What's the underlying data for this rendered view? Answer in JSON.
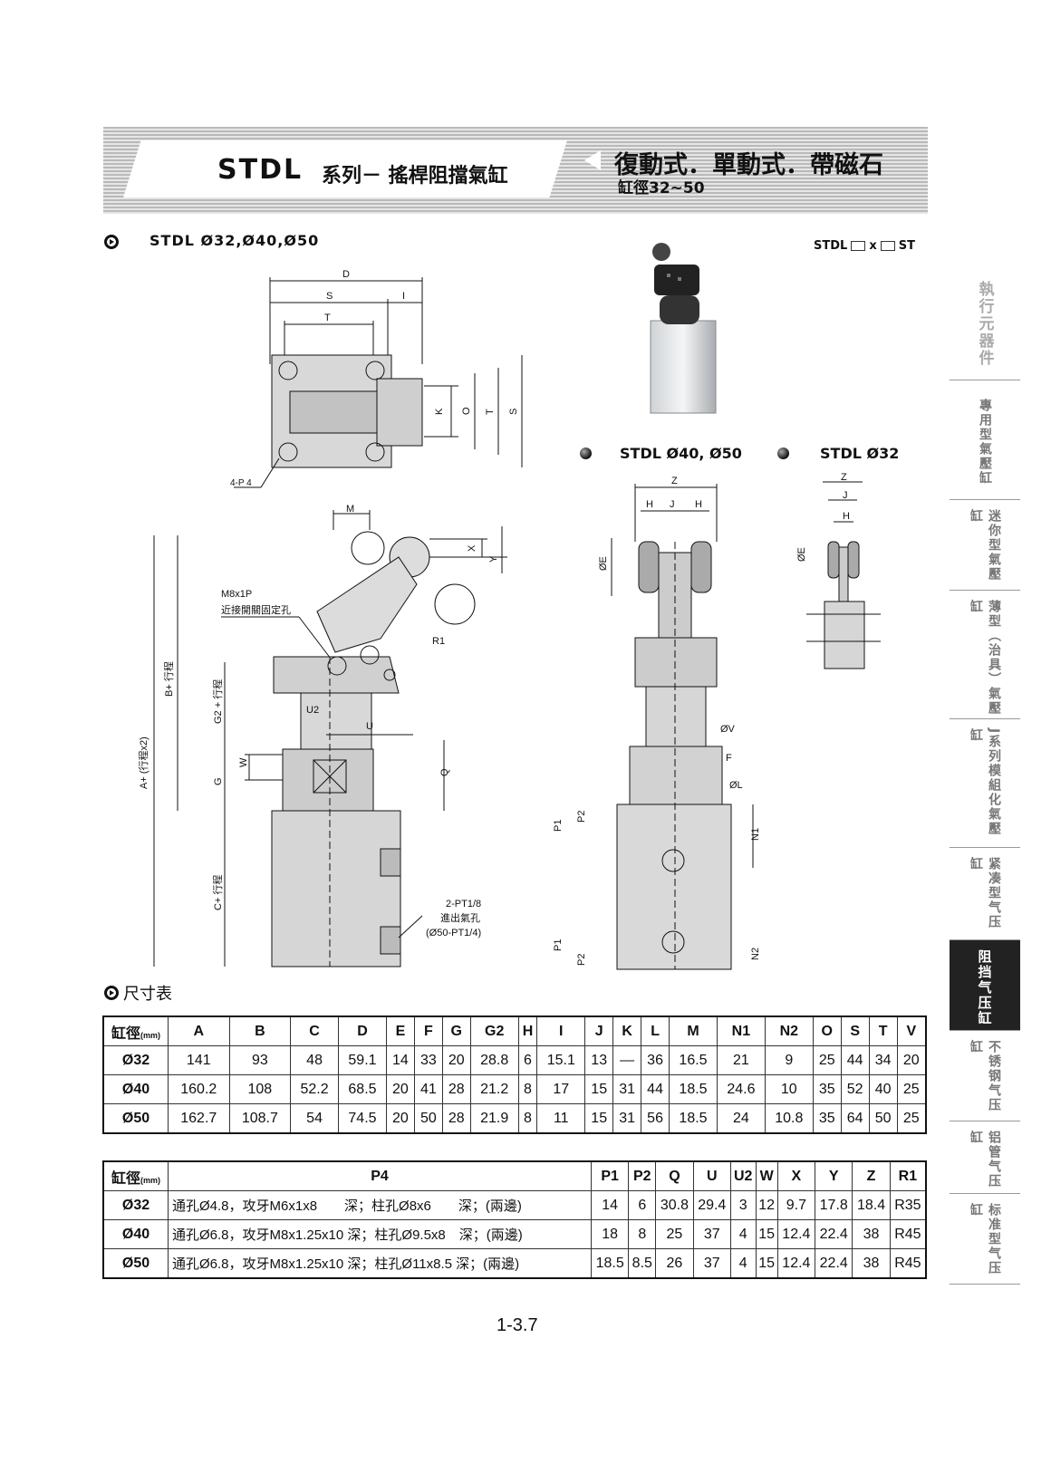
{
  "header": {
    "series_code": "STDL",
    "series_name": "系列－ 搖桿阻擋氣缸",
    "types": "復動式．單動式．帶磁石",
    "bore_range": "缸徑32~50"
  },
  "section": {
    "title": "STDL  Ø32,Ø40,Ø50",
    "order_code_prefix": "STDL",
    "order_code_x": "x",
    "order_code_suffix": "ST",
    "view_a_title": "STDL Ø40, Ø50",
    "view_b_title": "STDL Ø32"
  },
  "drawing_labels": {
    "D": "D",
    "S": "S",
    "I": "I",
    "T": "T",
    "K": "K",
    "O": "O",
    "S2": "S",
    "T2": "T",
    "P4": "4-P 4",
    "M": "M",
    "X": "X",
    "Y": "Y",
    "M8": "M8x1P",
    "sensor_hole": "近接開關固定孔",
    "R1": "R1",
    "U2": "U2",
    "U": "U",
    "W": "W",
    "G": "G",
    "Q": "Q",
    "A": "A+ (行程x2)",
    "B": "B+ 行程",
    "G2": "G2 + 行程",
    "C": "C+ 行程",
    "port": "2-PT1/8",
    "port_name": "進出氣孔",
    "port_50": "(Ø50-PT1/4)",
    "Z": "Z",
    "H": "H",
    "J": "J",
    "OE": "ØE",
    "OV": "ØV",
    "F": "F",
    "OL": "ØL",
    "N1": "N1",
    "N2": "N2",
    "P1": "P1",
    "P2": "P2"
  },
  "table_section_title": "尺寸表",
  "table1": {
    "bore_label": "缸徑",
    "unit": "(mm)",
    "headers": [
      "A",
      "B",
      "C",
      "D",
      "E",
      "F",
      "G",
      "G2",
      "H",
      "I",
      "J",
      "K",
      "L",
      "M",
      "N1",
      "N2",
      "O",
      "S",
      "T",
      "V"
    ],
    "rows": [
      {
        "bore": "Ø32",
        "values": [
          "141",
          "93",
          "48",
          "59.1",
          "14",
          "33",
          "20",
          "28.8",
          "6",
          "15.1",
          "13",
          "—",
          "36",
          "16.5",
          "21",
          "9",
          "25",
          "44",
          "34",
          "20"
        ]
      },
      {
        "bore": "Ø40",
        "values": [
          "160.2",
          "108",
          "52.2",
          "68.5",
          "20",
          "41",
          "28",
          "21.2",
          "8",
          "17",
          "15",
          "31",
          "44",
          "18.5",
          "24.6",
          "10",
          "35",
          "52",
          "40",
          "25"
        ]
      },
      {
        "bore": "Ø50",
        "values": [
          "162.7",
          "108.7",
          "54",
          "74.5",
          "20",
          "50",
          "28",
          "21.9",
          "8",
          "11",
          "15",
          "31",
          "56",
          "18.5",
          "24",
          "10.8",
          "35",
          "64",
          "50",
          "25"
        ]
      }
    ]
  },
  "table2": {
    "bore_label": "缸徑",
    "unit": "(mm)",
    "headers": [
      "P4",
      "P1",
      "P2",
      "Q",
      "U",
      "U2",
      "W",
      "X",
      "Y",
      "Z",
      "R1"
    ],
    "rows": [
      {
        "bore": "Ø32",
        "p4": "通孔Ø4.8，攻牙M6x1x8　　深；柱孔Ø8x6　　深；(兩邊)",
        "values": [
          "14",
          "6",
          "30.8",
          "29.4",
          "3",
          "12",
          "9.7",
          "17.8",
          "18.4",
          "R35"
        ]
      },
      {
        "bore": "Ø40",
        "p4": "通孔Ø6.8，攻牙M8x1.25x10 深；柱孔Ø9.5x8　深；(兩邊)",
        "values": [
          "18",
          "8",
          "25",
          "37",
          "4",
          "15",
          "12.4",
          "22.4",
          "38",
          "R45"
        ]
      },
      {
        "bore": "Ø50",
        "p4": "通孔Ø6.8，攻牙M8x1.25x10 深；柱孔Ø11x8.5 深；(兩邊)",
        "values": [
          "18.5",
          "8.5",
          "26",
          "37",
          "4",
          "15",
          "12.4",
          "22.4",
          "38",
          "R45"
        ]
      }
    ]
  },
  "sidenav": [
    {
      "label": "執行元器件"
    },
    {
      "label": "專用型氣壓缸"
    },
    {
      "label": "迷你型氣壓缸"
    },
    {
      "label": "薄型（治具）氣壓缸"
    },
    {
      "label": "J系列模組化氣壓缸"
    },
    {
      "label": "紧凑型气压缸"
    },
    {
      "label": "阻挡气压缸"
    },
    {
      "label": "不锈钢气压缸"
    },
    {
      "label": "铝管气压缸"
    },
    {
      "label": "标准型气压缸"
    }
  ],
  "page_number": "1-3.7"
}
